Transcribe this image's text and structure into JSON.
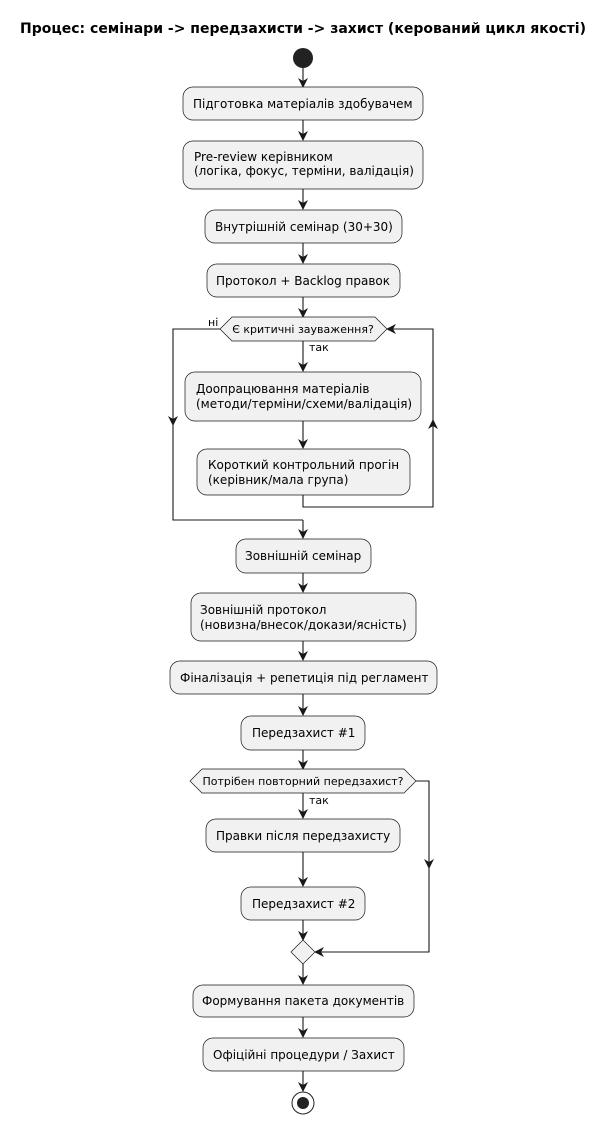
{
  "title": "Процес: семінари -> передзахисти -> захист (керований цикл якості)",
  "steps": {
    "prep": [
      "Підготовка матеріалів здобувачем"
    ],
    "prereview": [
      "Pre-review керівником",
      "(логіка, фокус, терміни, валідація)"
    ],
    "internal_seminar": [
      "Внутрішній семінар (30+30)"
    ],
    "protocol": [
      "Протокол + Backlog правок"
    ],
    "refine": [
      "Доопрацювання матеріалів",
      "(методи/терміни/схеми/валідація)"
    ],
    "short_run": [
      "Короткий контрольний прогін",
      "(керівник/мала група)"
    ],
    "external_seminar": [
      "Зовнішній семінар"
    ],
    "external_protocol": [
      "Зовнішній протокол",
      "(новизна/внесок/докази/ясність)"
    ],
    "finalization": [
      "Фіналізація + репетиція під регламент"
    ],
    "predefense1": [
      "Передзахист #1"
    ],
    "fixes": [
      "Правки після передзахисту"
    ],
    "predefense2": [
      "Передзахист #2"
    ],
    "docs": [
      "Формування пакета документів"
    ],
    "official": [
      "Офіційні процедури / Захист"
    ]
  },
  "decisions": {
    "critical": {
      "question": "Є критичні зауваження?",
      "yes_label": "так",
      "no_label": "ні"
    },
    "repeat": {
      "question": "Потрібен повторний передзахист?",
      "yes_label": "так"
    }
  }
}
